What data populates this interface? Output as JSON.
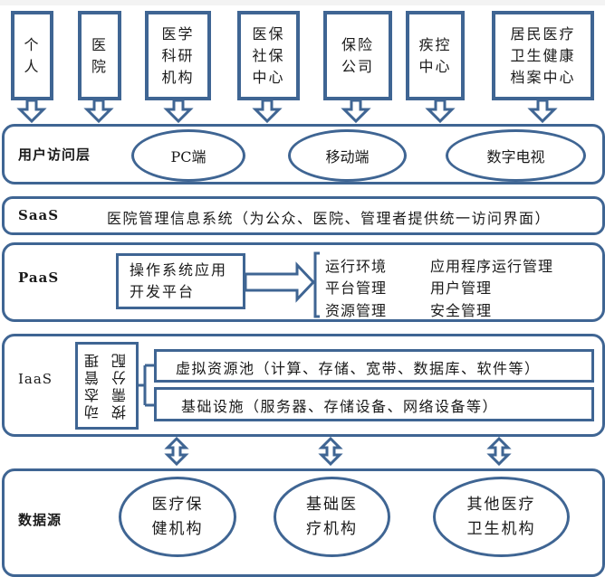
{
  "colors": {
    "border": "#3f6593",
    "background": "#ffffff",
    "text": "#1a1a1a"
  },
  "sources": [
    {
      "label": "个\n人"
    },
    {
      "label": "医\n院"
    },
    {
      "label": "医学\n科研\n机构"
    },
    {
      "label": "医保\n社保\n中心"
    },
    {
      "label": "保险\n公司"
    },
    {
      "label": "疾控\n中心"
    },
    {
      "label": "居民医疗\n卫生健康\n档案中心"
    }
  ],
  "user_access_layer": {
    "label": "用户访问层",
    "endpoints": [
      "PC端",
      "移动端",
      "数字电视"
    ]
  },
  "saas": {
    "label": "SaaS",
    "description": "医院管理信息系统（为公众、医院、管理者提供统一访问界面）"
  },
  "paas": {
    "label": "PaaS",
    "platform": "操作系统应用\n开发平台",
    "services": [
      [
        "运行环境",
        "应用程序运行管理"
      ],
      [
        "平台管理",
        "用户管理"
      ],
      [
        "资源管理",
        "安全管理"
      ]
    ]
  },
  "iaas": {
    "label": "IaaS",
    "management": [
      "动态管理",
      "按需分配"
    ],
    "resource_pool": "虚拟资源池（计算、存储、宽带、数据库、软件等）",
    "infrastructure": "基础设施（服务器、存储设备、网络设备等）"
  },
  "data_sources": {
    "label": "数据源",
    "items": [
      "医疗保\n健机构",
      "基础医\n疗机构",
      "其他医疗\n卫生机构"
    ]
  }
}
